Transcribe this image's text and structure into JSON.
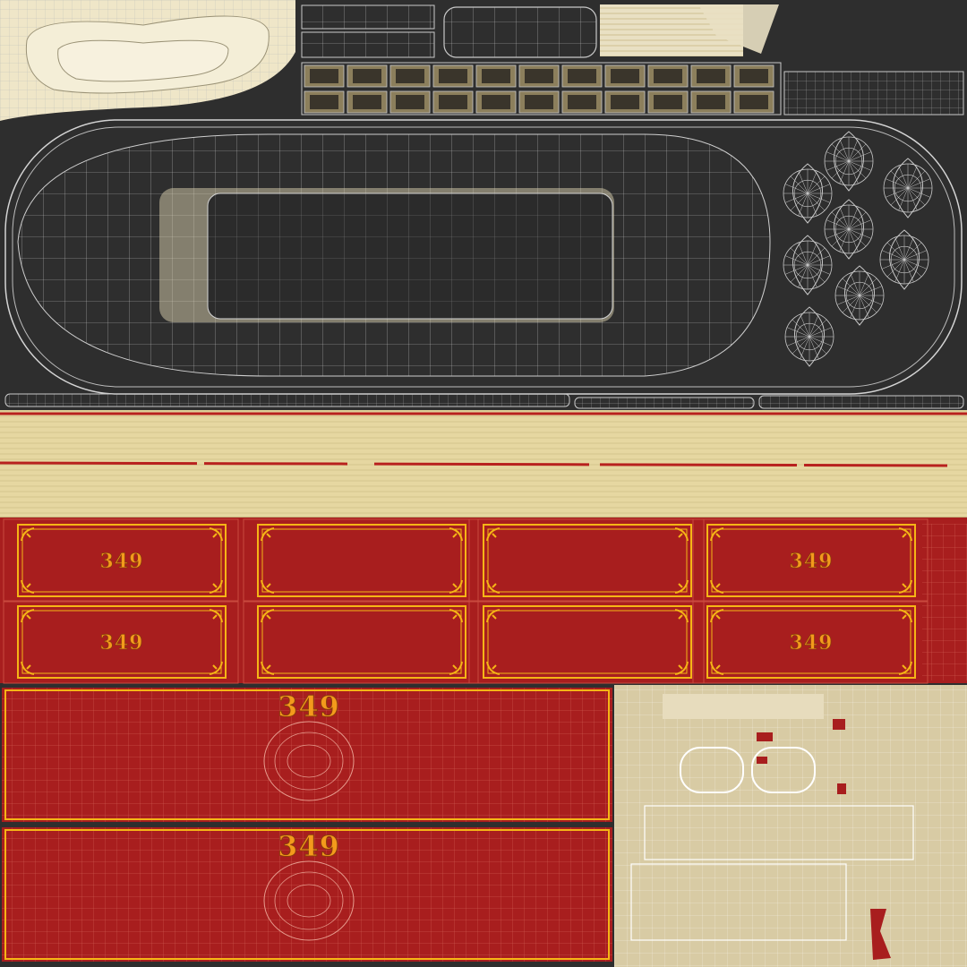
{
  "label_text": "349",
  "colors": {
    "dark_bg": "#2e2e2e",
    "wire": "#c9c9c9",
    "cream": "#efe6c8",
    "tan": "#e3d49c",
    "sand": "#d8cba4",
    "red": "#a81e1e",
    "gold": "#f5b516",
    "orange_text": "#f39a1c"
  },
  "panels": [
    {
      "id": "p1",
      "label": "349"
    },
    {
      "id": "p2",
      "label": ""
    },
    {
      "id": "p3",
      "label": ""
    },
    {
      "id": "p4",
      "label": "349"
    },
    {
      "id": "p5",
      "label": "349"
    },
    {
      "id": "p6",
      "label": ""
    },
    {
      "id": "p7",
      "label": ""
    },
    {
      "id": "p8",
      "label": "349"
    }
  ],
  "strips": [
    {
      "id": "s1",
      "label": "349"
    },
    {
      "id": "s2",
      "label": "349"
    }
  ]
}
